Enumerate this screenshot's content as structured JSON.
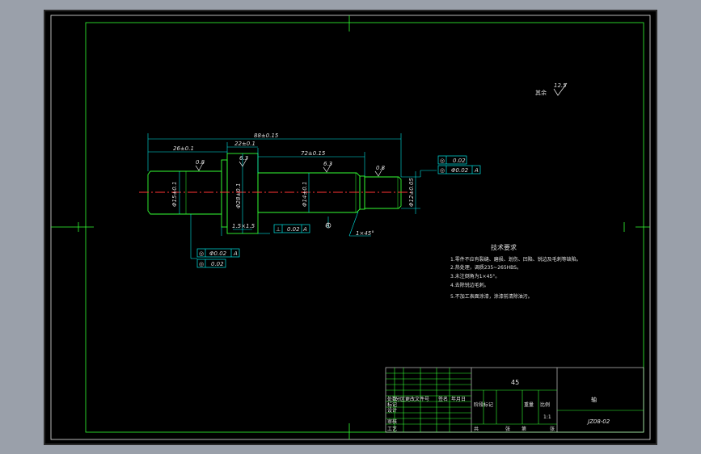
{
  "drawing": {
    "surface_roughness_note": "其余",
    "surface_roughness_value": "12.5",
    "dimensions": {
      "overall_length": "88±0.15",
      "left_section_length": "26±0.1",
      "collar_length": "22±0.1",
      "middle_section_length": "72±0.15",
      "left_diameter": "Φ15±0.1",
      "collar_diameter": "Φ28±0.1",
      "middle_diameter": "Φ14±0.1",
      "right_diameter": "Φ12±0.05",
      "groove": "1.5×1.5",
      "chamfer": "1×45°"
    },
    "roughness_marks": [
      "0.8",
      "6.3",
      "6.3",
      "0.8"
    ],
    "tolerance_frames": {
      "right_top": {
        "symbol": "◎",
        "value": "0.02"
      },
      "right_bottom": {
        "symbol": "◎",
        "value": "Φ0.02",
        "datum": "A"
      },
      "left_top": {
        "symbol": "◎",
        "value": "Φ0.02",
        "datum": "A"
      },
      "left_bottom": {
        "symbol": "◎",
        "value": "0.02"
      },
      "perpendicularity": {
        "symbol": "⊥",
        "value": "0.02",
        "datum": "A"
      }
    },
    "datum_label": "A"
  },
  "tech_requirements": {
    "title": "技术要求",
    "items": [
      "1.零件不应有裂缝、磨损、划伤、凹陷、锐边及毛刺等缺陷。",
      "2.热处理，调质235~265HBS。",
      "3.未注倒角为1×45°。",
      "4.去除锐边毛刺。",
      "5.不加工表面涂漆，涂漆前清除油污。"
    ]
  },
  "title_block": {
    "material": "45",
    "part_name": "轴",
    "drawing_number": "JZ08-02",
    "scale": "1:1",
    "row_labels": [
      "标记",
      "设计",
      "审核",
      "工艺"
    ],
    "header_labels": [
      "处数",
      "分区",
      "更改文件号",
      "签名",
      "年月日"
    ],
    "cells": [
      "阶段标记",
      "重量",
      "比例",
      "共",
      "张",
      "第",
      "张"
    ]
  }
}
